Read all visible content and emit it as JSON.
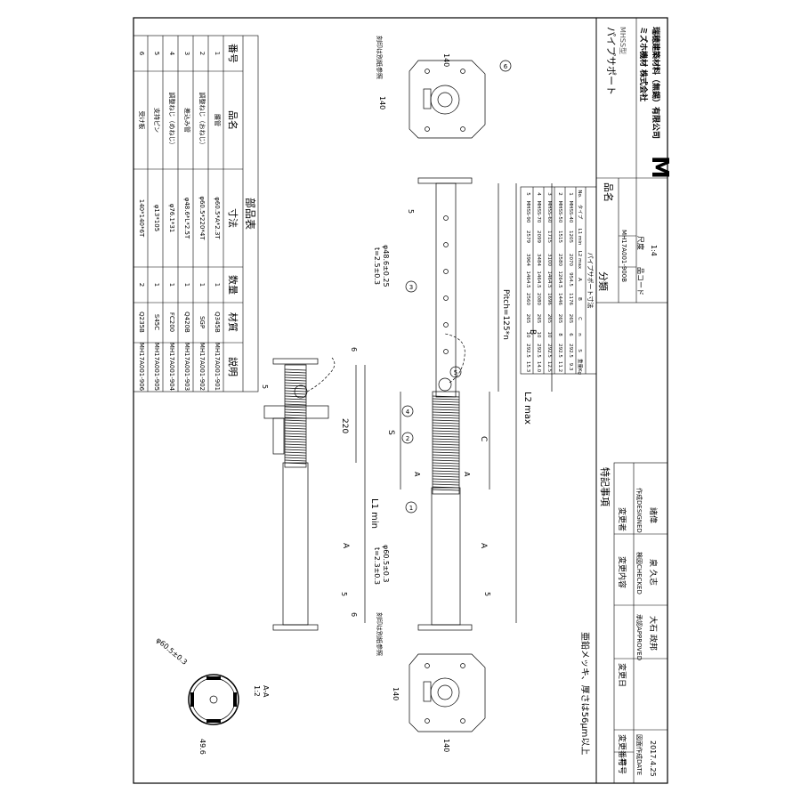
{
  "parts_table": {
    "title": "部品表",
    "headers": [
      "番号",
      "品名",
      "寸法",
      "数量",
      "材質",
      "説明"
    ],
    "rows": [
      [
        "1",
        "腰管",
        "φ60.5*A*2.3T",
        "1",
        "Q345B",
        "MH17A001-901"
      ],
      [
        "2",
        "調整ねじ（おねじ）",
        "φ60.5*220*4T",
        "1",
        "SGP",
        "MH17A001-902"
      ],
      [
        "3",
        "差込み管",
        "φ48.6*L*2.5T",
        "1",
        "Q420B",
        "MH17A001-903"
      ],
      [
        "4",
        "調整ねじ（めねじ）",
        "φ76.1*31",
        "1",
        "FC200",
        "MH17A001-904"
      ],
      [
        "5",
        "支持ピン",
        "φ13*105",
        "1",
        "S45C",
        "MH17A001-905"
      ],
      [
        "6",
        "受け板",
        "140*140*6T",
        "2",
        "Q235B",
        "MH17A001-906"
      ]
    ]
  },
  "size_table": {
    "title": "パイプサポート寸法",
    "headers": [
      "No.",
      "タイプ",
      "L1 min",
      "L2 max",
      "A",
      "B",
      "C",
      "n",
      "S",
      "重量Kg"
    ],
    "rows": [
      [
        "1",
        "MHSS-40",
        "1205",
        "2070",
        "954.5",
        "1176",
        "265",
        "6",
        "292.5",
        "9.3"
      ],
      [
        "2",
        "MHSS-50",
        "1515",
        "2580",
        "1264.5",
        "1446",
        "265",
        "8",
        "292.5",
        "11.2"
      ],
      [
        "3",
        "MHSS-60",
        "1715",
        "3100",
        "1464.5",
        "1696",
        "265",
        "10",
        "292.5",
        "12.5"
      ],
      [
        "4",
        "MHSS-70",
        "2099",
        "3484",
        "1464.5",
        "2080",
        "265",
        "10",
        "292.5",
        "14.0"
      ],
      [
        "5",
        "MHSS-90",
        "2579",
        "3964",
        "1464.5",
        "2560",
        "265",
        "10",
        "292.5",
        "15.3"
      ]
    ]
  },
  "title_block": {
    "product_label": "品名",
    "product_name": "パイプサポート",
    "product_model": "MHSS型",
    "class_label": "分類",
    "drawing_no": "MH17A001-900B",
    "code_label": "品コード",
    "scale_label": "尺度",
    "scale": "1:4",
    "logo": "M",
    "company_1": "ミズホ機材 株式会社",
    "company_2": "瑞穂建築材料（無錫）有限公司",
    "notes_label": "特記事項",
    "changer_label": "変更者",
    "designed_label": "作成DESIGNED",
    "designer": "諸偉",
    "change_content_label": "変更内容",
    "checked_label": "検図CHECKED",
    "checker": "泉 久志",
    "approved_label": "承認APPROVED",
    "approver": "大石 政邦",
    "change_date_label": "変更日",
    "change_no_label": "変更番号",
    "symbol_label": "符号",
    "created_label": "図面作成DATE",
    "created_date": "2017.4.25"
  },
  "annotations": {
    "plating_note": "亜鉛メッキ、厚さは56μm以上",
    "stamp_note_1": "刻印は別紙参照",
    "stamp_note_2": "刻印は別紙参照",
    "dim_140_a": "140",
    "dim_140_b": "140",
    "dim_140_c": "140",
    "dim_140_d": "140",
    "dim_220": "220",
    "dim_L1": "L1 min",
    "dim_L2": "L2 max",
    "dim_A": "A",
    "dim_A2": "A",
    "dim_B": "B",
    "dim_C": "C",
    "dim_S": "S",
    "dim_pitch": "Pitch=125*n",
    "dim_6a": "6",
    "dim_6b": "6",
    "sec_A1": "A",
    "sec_A2": "A",
    "phi_upper": "φ48.6±0.25",
    "t_upper": "t=2.5±0.3",
    "phi_lower": "φ60.5±0.3",
    "t_lower": "t=2.3±0.3",
    "weld_5": "5",
    "section_label": "A-A",
    "section_scale": "1:2",
    "section_dia": "φ60.5±0.3",
    "section_width": "49.6",
    "balloon_1": "1",
    "balloon_2": "2",
    "balloon_3": "3",
    "balloon_4": "4",
    "balloon_5": "5",
    "balloon_6": "6"
  }
}
